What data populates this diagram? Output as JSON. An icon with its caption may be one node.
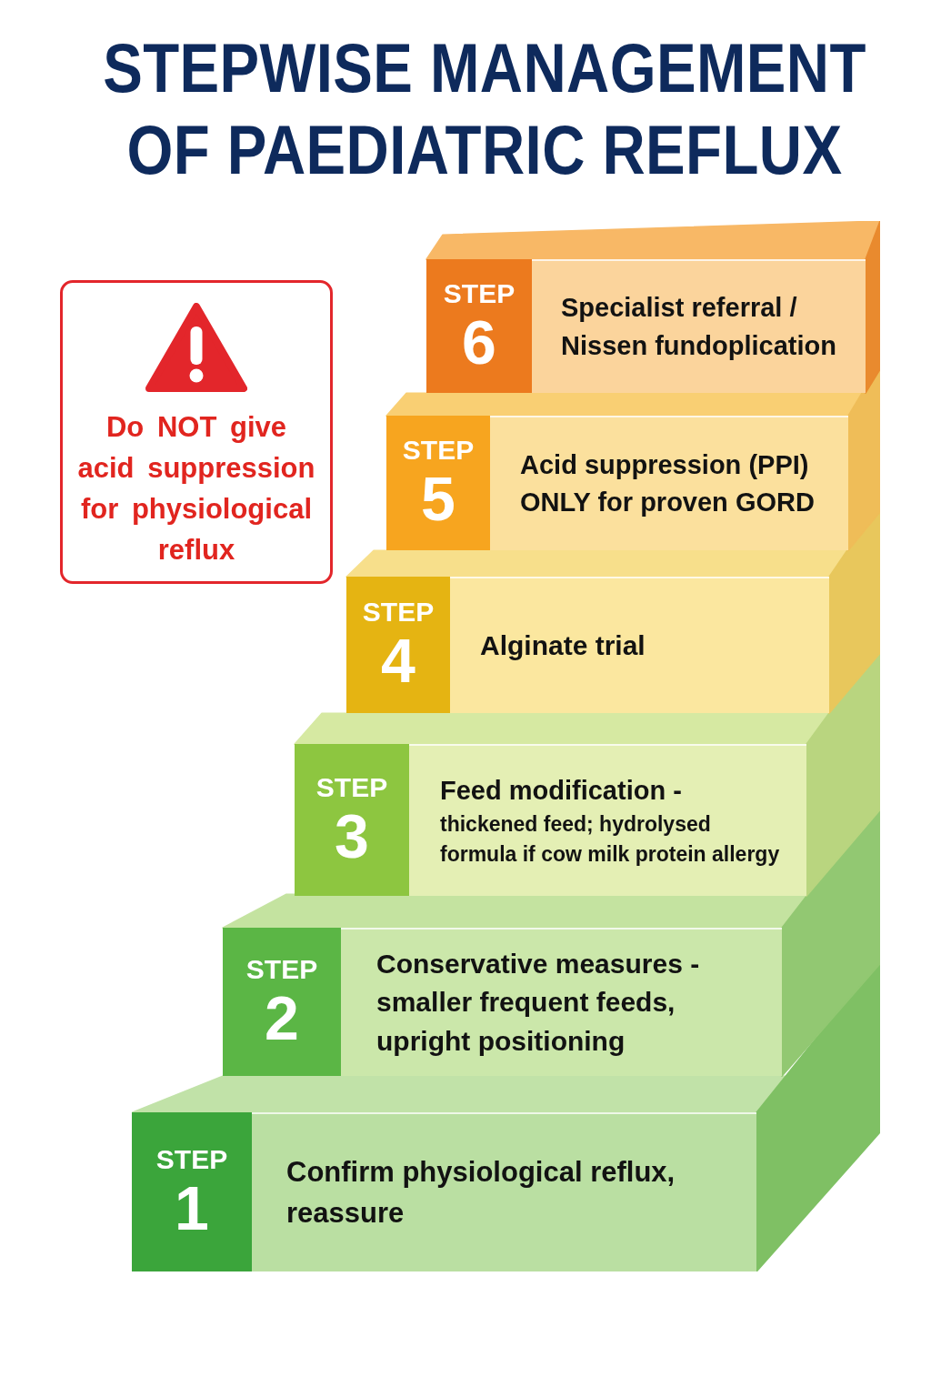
{
  "diagram": {
    "title": "STEPWISE MANAGEMENT OF PAEDIATRIC REFLUX",
    "nodes": [
      {
        "text": [
          "Do NOT give acid suppression for physiological reflux"
        ]
      },
      {
        "text": [
          "Specialist referral / Nissen fundoplication"
        ]
      },
      {
        "text": [
          "STEP",
          "6"
        ],
        "in": 1
      },
      {
        "text": [
          "Acid suppression (PPI) ONLY for proven GORD"
        ]
      },
      {
        "text": [
          "STEP",
          "5"
        ],
        "in": 3
      },
      {
        "text": [
          "Alginate trial"
        ]
      },
      {
        "text": [
          "STEP",
          "4"
        ],
        "in": 5
      },
      {
        "text": [
          "Feed modification -",
          "thickened feed; hydrolysed formula if cow milk protein allergy"
        ]
      },
      {
        "text": [
          "STEP",
          "3"
        ],
        "in": 7
      },
      {
        "text": [
          "Conservative measures - smaller frequent feeds, upright positioning"
        ]
      },
      {
        "text": [
          "STEP",
          "2"
        ],
        "in": 9
      },
      {
        "text": [
          "Confirm physiological reflux, reassure"
        ]
      },
      {
        "text": [
          "STEP",
          "1"
        ],
        "in": 11
      }
    ]
  }
}
